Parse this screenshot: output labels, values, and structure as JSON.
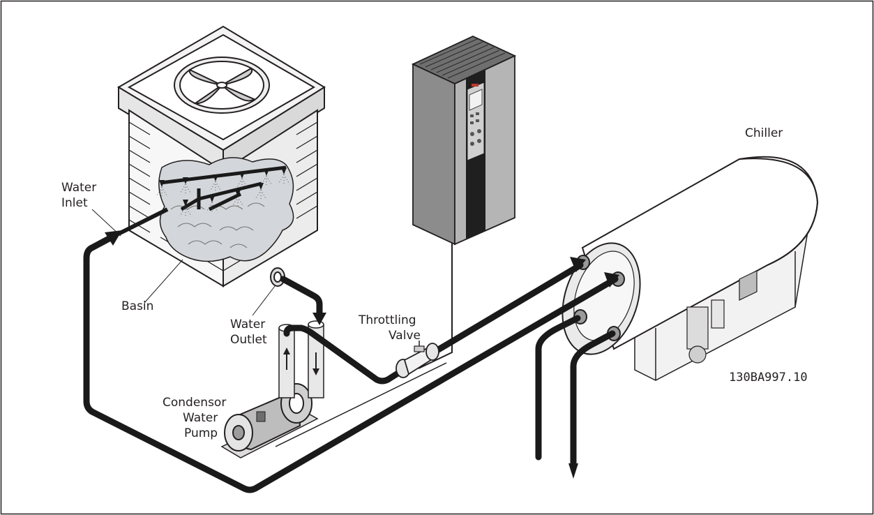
{
  "labels": {
    "water_inlet_line1": "Water",
    "water_inlet_line2": "Inlet",
    "basin": "Basin",
    "water_outlet_line1": "Water",
    "water_outlet_line2": "Outlet",
    "throttling_valve_line1": "Throttling",
    "throttling_valve_line2": "Valve",
    "chiller": "Chiller",
    "pump_line1": "Condensor",
    "pump_line2": "Water",
    "pump_line3": "Pump",
    "drawing_code": "130BA997.10"
  },
  "colors": {
    "pipe": "#1a1a1a",
    "drive_body": "#8c8c8c",
    "drive_front": "#b5b5b5",
    "drive_stripe": "#1f1f1f",
    "drive_accent": "#c0392b",
    "basin_water": "#d3d6da",
    "outline": "#231f20"
  }
}
